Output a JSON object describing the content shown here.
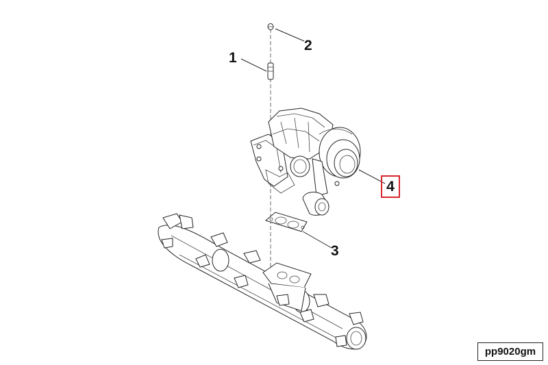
{
  "diagram": {
    "callouts": [
      {
        "id": "1",
        "label": "1"
      },
      {
        "id": "2",
        "label": "2"
      },
      {
        "id": "3",
        "label": "3"
      },
      {
        "id": "4",
        "label": "4",
        "highlighted": true
      }
    ],
    "reference_code": "pp9020gm",
    "highlight_color": "#d8262e",
    "line_color": "#222222"
  }
}
